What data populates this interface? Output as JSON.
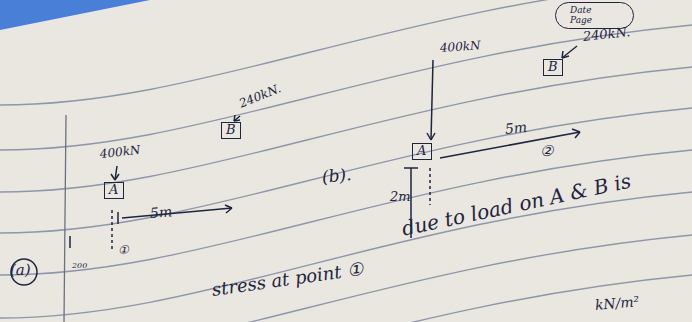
{
  "diagram": {
    "nodes": [
      {
        "text": [
          "Date",
          "Page"
        ]
      },
      {
        "text": [
          "A"
        ]
      },
      {
        "text": [
          "B"
        ]
      },
      {
        "text": [
          "A"
        ]
      },
      {
        "text": [
          "B"
        ]
      }
    ],
    "labels": [
      "240kN.",
      "400kN",
      "5m",
      "②",
      "2m",
      "(b).",
      "240kN.",
      "400kN",
      "5m",
      "(a)",
      "200",
      "①",
      "stress at point ①",
      "due to load on A & B is",
      "kN/m²"
    ]
  }
}
